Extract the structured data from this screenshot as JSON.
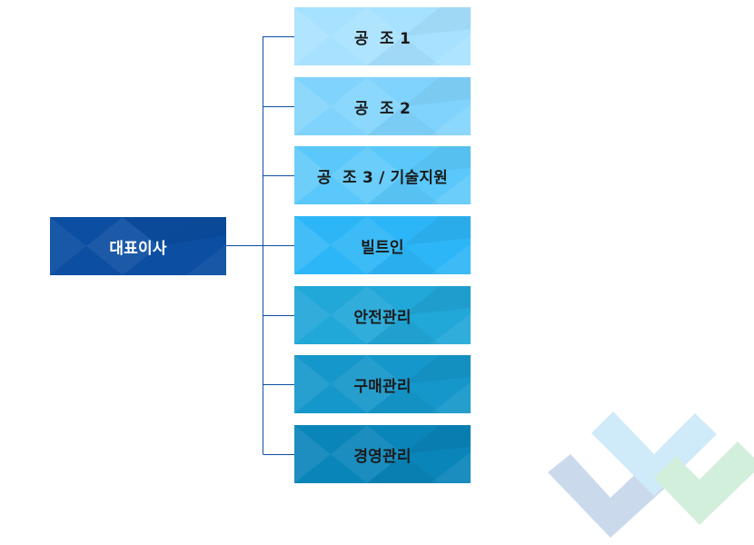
{
  "ceo": {
    "label": "대표이사",
    "color": "#0b4ea2"
  },
  "departments": [
    {
      "label": "공  조 1",
      "color": "#a6e1ff"
    },
    {
      "label": "공  조 2",
      "color": "#7fd3fc"
    },
    {
      "label": "공  조 3 / 기술지원",
      "color": "#5ac8fa"
    },
    {
      "label": "빌트인",
      "color": "#2db6f7"
    },
    {
      "label": "안전관리",
      "color": "#21a7d8"
    },
    {
      "label": "구매관리",
      "color": "#1597cb"
    },
    {
      "label": "경영관리",
      "color": "#0a85ba"
    }
  ],
  "colors": {
    "connector": "#0b4ea2",
    "logo_blue": "#cbd9ec",
    "logo_cyan": "#cfeaf8",
    "logo_green": "#d2efdc"
  }
}
